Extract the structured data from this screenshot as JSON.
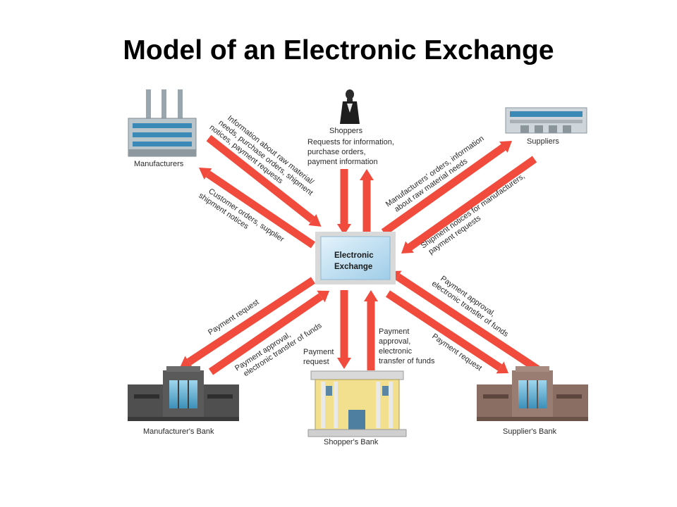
{
  "title": "Model of an Electronic Exchange",
  "colors": {
    "arrow": "#f04b3c",
    "exchange_fill": "#bfe0f2",
    "exchange_border": "#d6d6d6"
  },
  "nodes": {
    "exchange": {
      "line1": "Electronic",
      "line2": "Exchange"
    },
    "shoppers": {
      "label": "Shoppers"
    },
    "manufacturers": {
      "label": "Manufacturers"
    },
    "suppliers": {
      "label": "Suppliers"
    },
    "manufacturers_bank": {
      "label": "Manufacturer's Bank"
    },
    "shoppers_bank": {
      "label": "Shopper's Bank"
    },
    "suppliers_bank": {
      "label": "Supplier's Bank"
    }
  },
  "flows": {
    "shoppers_to_exchange": [
      "Requests for information,",
      "purchase orders,",
      "payment information"
    ],
    "exchange_to_manufacturers": [
      "Information about raw material/",
      "needs, purchase orders, shipment",
      "notices, payment requests"
    ],
    "manufacturers_to_exchange": [
      "Customer orders, supplier",
      "shipment notices"
    ],
    "exchange_to_suppliers": [
      "Manufacturers' orders, information",
      "about raw material needs"
    ],
    "suppliers_to_exchange": [
      "Shipment notices for manufacturers,",
      "payment requests"
    ],
    "exchange_to_manufacturers_bank": [
      "Payment request"
    ],
    "manufacturers_bank_to_exchange": [
      "Payment approval,",
      "electronic transfer of funds"
    ],
    "exchange_to_shoppers_bank": [
      "Payment",
      "request"
    ],
    "shoppers_bank_to_exchange": [
      "Payment",
      "approval,",
      "electronic",
      "transfer of funds"
    ],
    "suppliers_bank_to_exchange": [
      "Payment approval,",
      "electronic transfer of funds"
    ],
    "exchange_to_suppliers_bank": [
      "Payment request"
    ]
  }
}
